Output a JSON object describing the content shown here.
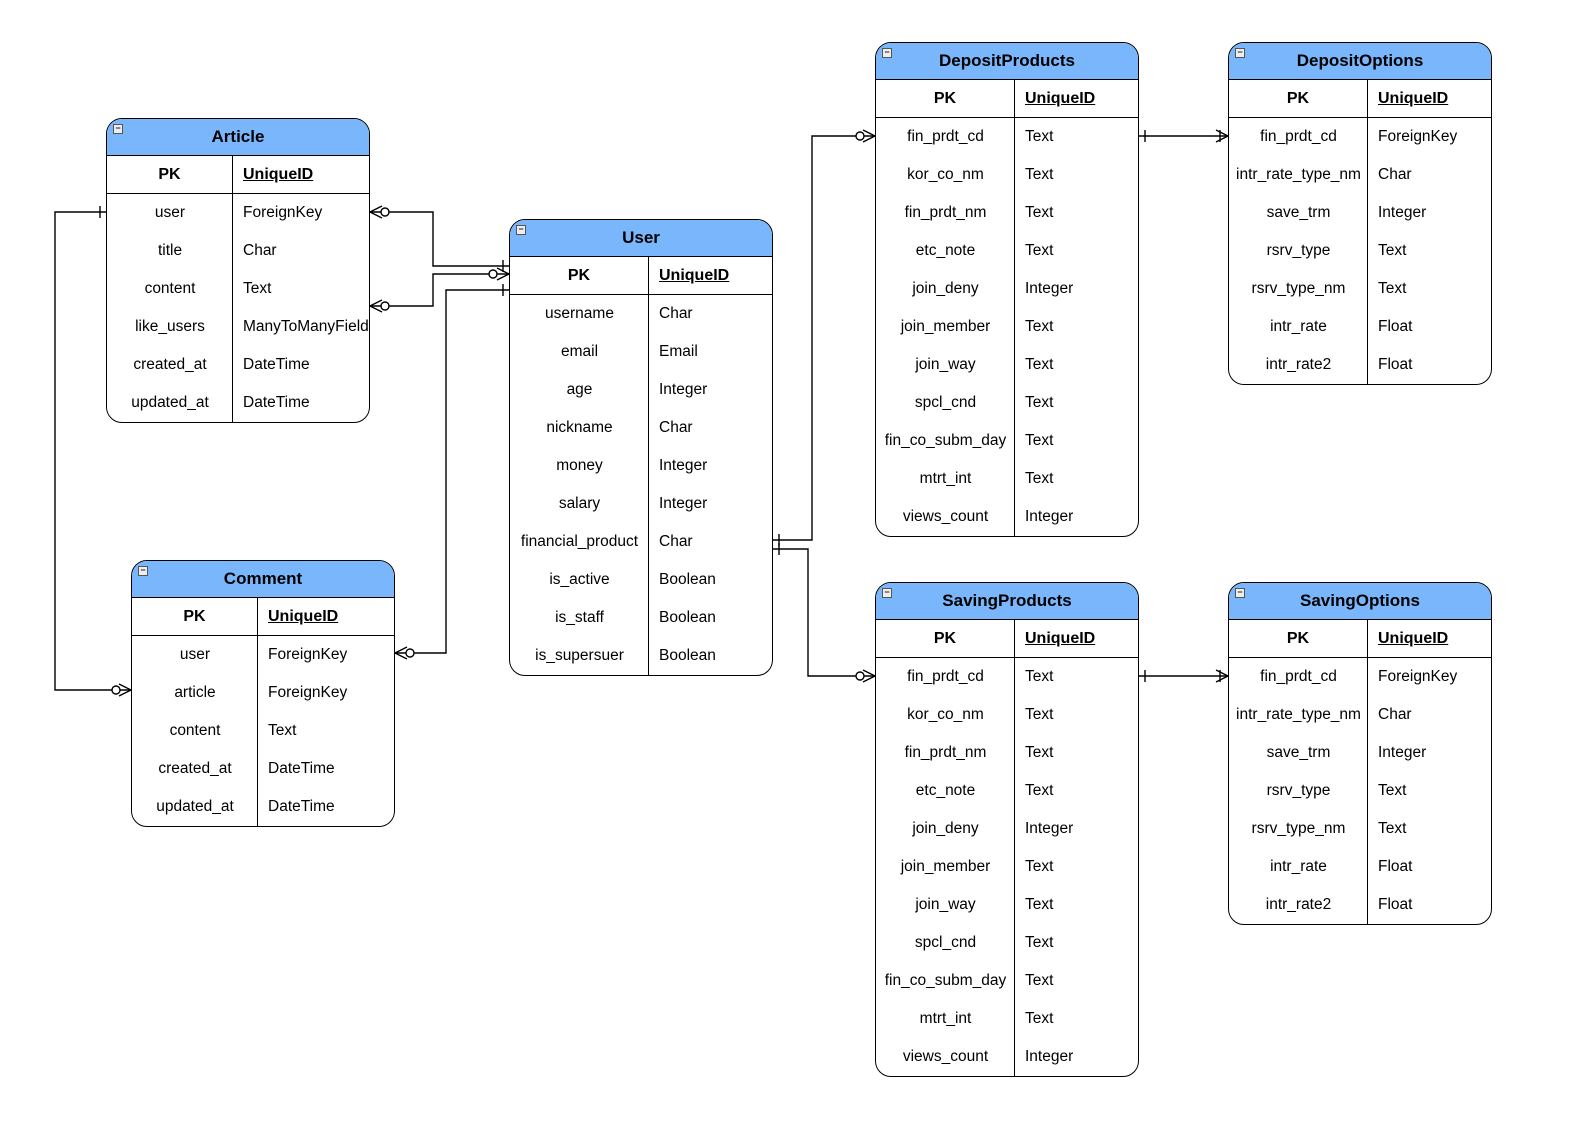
{
  "entities": {
    "article": {
      "title": "Article",
      "pk_label": "PK",
      "pk_name": "UniqueID",
      "fields": [
        {
          "name": "user",
          "type": "ForeignKey"
        },
        {
          "name": "title",
          "type": "Char"
        },
        {
          "name": "content",
          "type": "Text"
        },
        {
          "name": "like_users",
          "type": "ManyToManyField"
        },
        {
          "name": "created_at",
          "type": "DateTime"
        },
        {
          "name": "updated_at",
          "type": "DateTime"
        }
      ]
    },
    "comment": {
      "title": "Comment",
      "pk_label": "PK",
      "pk_name": "UniqueID",
      "fields": [
        {
          "name": "user",
          "type": "ForeignKey"
        },
        {
          "name": "article",
          "type": "ForeignKey"
        },
        {
          "name": "content",
          "type": "Text"
        },
        {
          "name": "created_at",
          "type": "DateTime"
        },
        {
          "name": "updated_at",
          "type": "DateTime"
        }
      ]
    },
    "user": {
      "title": "User",
      "pk_label": "PK",
      "pk_name": "UniqueID",
      "fields": [
        {
          "name": "username",
          "type": "Char"
        },
        {
          "name": "email",
          "type": "Email"
        },
        {
          "name": "age",
          "type": "Integer"
        },
        {
          "name": "nickname",
          "type": "Char"
        },
        {
          "name": "money",
          "type": "Integer"
        },
        {
          "name": "salary",
          "type": "Integer"
        },
        {
          "name": "financial_product",
          "type": "Char"
        },
        {
          "name": "is_active",
          "type": "Boolean"
        },
        {
          "name": "is_staff",
          "type": "Boolean"
        },
        {
          "name": "is_supersuer",
          "type": "Boolean"
        }
      ]
    },
    "deposit_products": {
      "title": "DepositProducts",
      "pk_label": "PK",
      "pk_name": "UniqueID",
      "fields": [
        {
          "name": "fin_prdt_cd",
          "type": "Text"
        },
        {
          "name": "kor_co_nm",
          "type": "Text"
        },
        {
          "name": "fin_prdt_nm",
          "type": "Text"
        },
        {
          "name": "etc_note",
          "type": "Text"
        },
        {
          "name": "join_deny",
          "type": "Integer"
        },
        {
          "name": "join_member",
          "type": "Text"
        },
        {
          "name": "join_way",
          "type": "Text"
        },
        {
          "name": "spcl_cnd",
          "type": "Text"
        },
        {
          "name": "fin_co_subm_day",
          "type": "Text"
        },
        {
          "name": "mtrt_int",
          "type": "Text"
        },
        {
          "name": "views_count",
          "type": "Integer"
        }
      ]
    },
    "deposit_options": {
      "title": "DepositOptions",
      "pk_label": "PK",
      "pk_name": "UniqueID",
      "fields": [
        {
          "name": "fin_prdt_cd",
          "type": "ForeignKey"
        },
        {
          "name": "intr_rate_type_nm",
          "type": "Char"
        },
        {
          "name": "save_trm",
          "type": "Integer"
        },
        {
          "name": "rsrv_type",
          "type": "Text"
        },
        {
          "name": "rsrv_type_nm",
          "type": "Text"
        },
        {
          "name": "intr_rate",
          "type": "Float"
        },
        {
          "name": "intr_rate2",
          "type": "Float"
        }
      ]
    },
    "saving_products": {
      "title": "SavingProducts",
      "pk_label": "PK",
      "pk_name": "UniqueID",
      "fields": [
        {
          "name": "fin_prdt_cd",
          "type": "Text"
        },
        {
          "name": "kor_co_nm",
          "type": "Text"
        },
        {
          "name": "fin_prdt_nm",
          "type": "Text"
        },
        {
          "name": "etc_note",
          "type": "Text"
        },
        {
          "name": "join_deny",
          "type": "Integer"
        },
        {
          "name": "join_member",
          "type": "Text"
        },
        {
          "name": "join_way",
          "type": "Text"
        },
        {
          "name": "spcl_cnd",
          "type": "Text"
        },
        {
          "name": "fin_co_subm_day",
          "type": "Text"
        },
        {
          "name": "mtrt_int",
          "type": "Text"
        },
        {
          "name": "views_count",
          "type": "Integer"
        }
      ]
    },
    "saving_options": {
      "title": "SavingOptions",
      "pk_label": "PK",
      "pk_name": "UniqueID",
      "fields": [
        {
          "name": "fin_prdt_cd",
          "type": "ForeignKey"
        },
        {
          "name": "intr_rate_type_nm",
          "type": "Char"
        },
        {
          "name": "save_trm",
          "type": "Integer"
        },
        {
          "name": "rsrv_type",
          "type": "Text"
        },
        {
          "name": "rsrv_type_nm",
          "type": "Text"
        },
        {
          "name": "intr_rate",
          "type": "Float"
        },
        {
          "name": "intr_rate2",
          "type": "Float"
        }
      ]
    }
  },
  "relationships": [
    {
      "from": "user.pk",
      "to": "article.user",
      "cardinality": "one-to-many"
    },
    {
      "from": "user.pk",
      "to": "article.like_users",
      "cardinality": "many-to-many"
    },
    {
      "from": "user.pk",
      "to": "comment.user",
      "cardinality": "one-to-many"
    },
    {
      "from": "article.user",
      "to": "comment.article",
      "cardinality": "one-to-many"
    },
    {
      "from": "user.financial_product",
      "to": "deposit_products.fin_prdt_cd",
      "cardinality": "one-to-many"
    },
    {
      "from": "user.financial_product",
      "to": "saving_products.fin_prdt_cd",
      "cardinality": "one-to-many"
    },
    {
      "from": "deposit_products.fin_prdt_cd",
      "to": "deposit_options.fin_prdt_cd",
      "cardinality": "one-to-many"
    },
    {
      "from": "saving_products.fin_prdt_cd",
      "to": "saving_options.fin_prdt_cd",
      "cardinality": "one-to-many"
    }
  ],
  "colors": {
    "header": "#7ab6fb",
    "line": "#000000"
  }
}
